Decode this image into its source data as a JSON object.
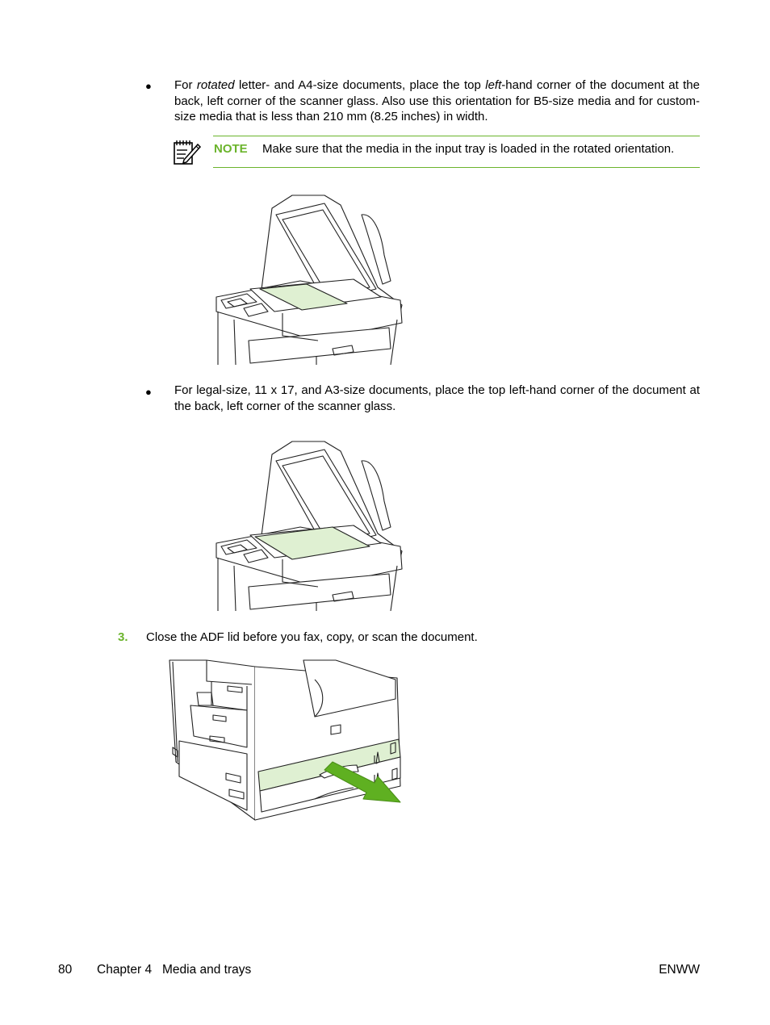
{
  "bullet1": {
    "marker": "●",
    "seg1": "For ",
    "seg2_italic": "rotated",
    "seg3": " letter- and A4-size documents, place the top ",
    "seg4_italic": "left",
    "seg5": "-hand corner of the document at the back, left corner of the scanner glass. Also use this orientation for B5-size media and for custom-size media that is less than 210 mm (8.25 inches) in width."
  },
  "note": {
    "icon": "note-pad-pencil-icon",
    "label": "NOTE",
    "text": "Make sure that the media in the input tray is loaded in the rotated orientation."
  },
  "bullet2": {
    "marker": "●",
    "text": "For legal-size, 11 x 17, and A3-size documents, place the top left-hand corner of the document at the back, left corner of the scanner glass."
  },
  "step3": {
    "number": "3.",
    "text": "Close the ADF lid before you fax, copy, or scan the document."
  },
  "footer": {
    "page_number": "80",
    "chapter": "Chapter 4   Media and trays",
    "right": "ENWW"
  },
  "colors": {
    "accent_green": "#6bb42c",
    "highlight_green": "#dff0d2",
    "arrow_green": "#5fb021"
  }
}
